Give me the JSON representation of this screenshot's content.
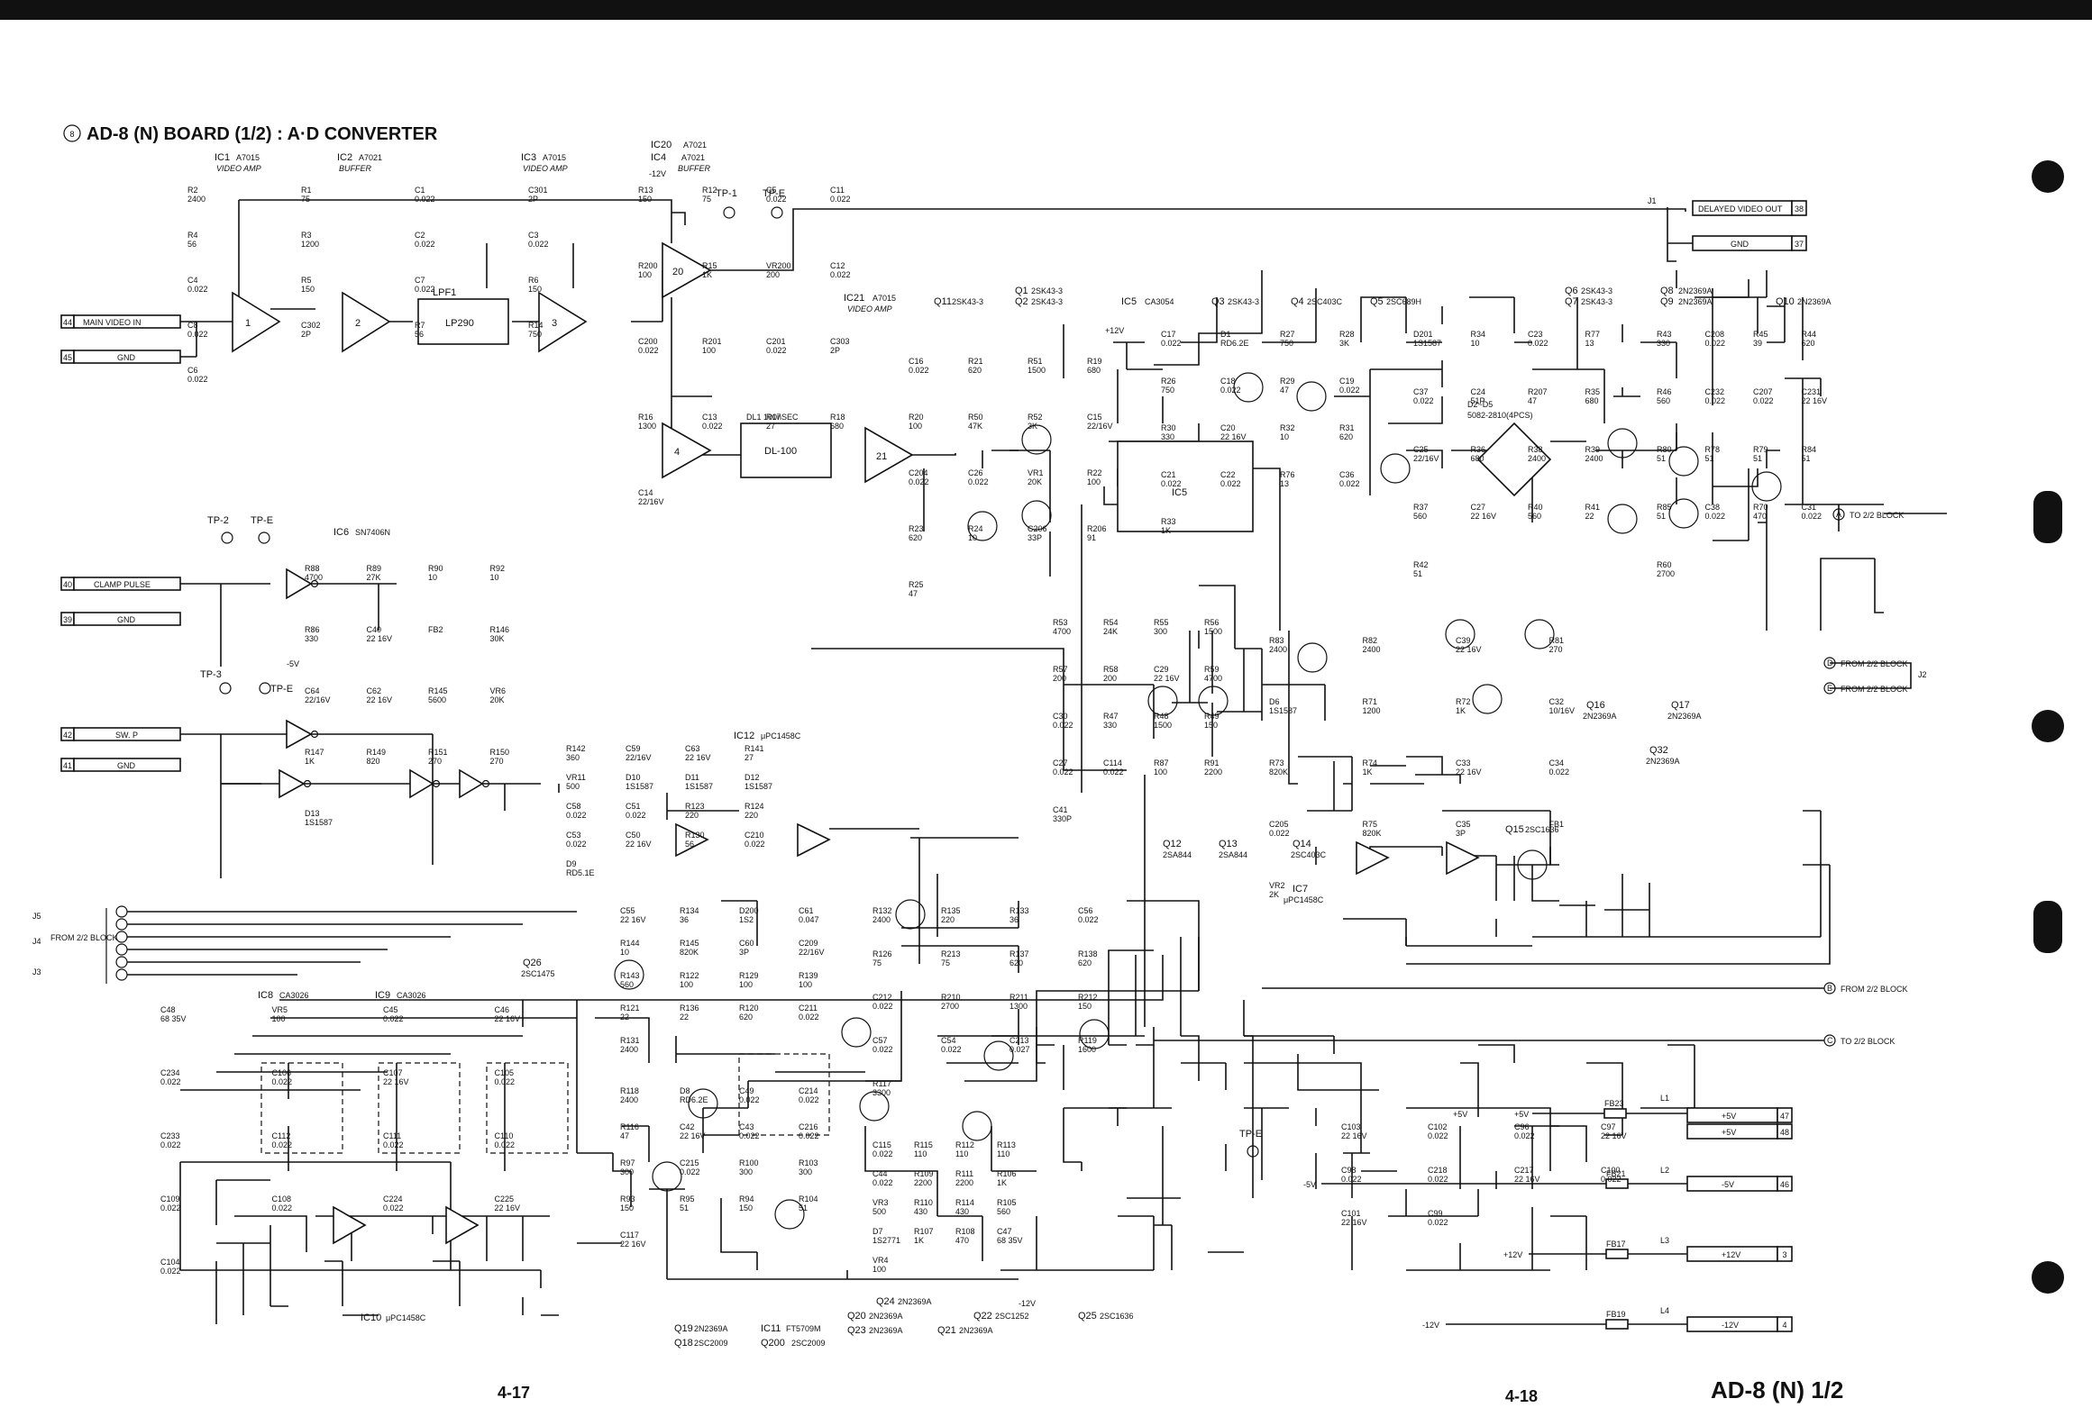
{
  "title": "AD-8 (N) BOARD (1/2) : A·D CONVERTER",
  "title_number": "8",
  "pages": {
    "left": "4-17",
    "right": "4-18"
  },
  "footer_id": "AD-8 (N) 1/2",
  "test_points": [
    "TP-1",
    "TP-E",
    "TP-2",
    "TP-E",
    "TP-3",
    "TP-E",
    "TP-E"
  ],
  "connectors": [
    {
      "pin": "44",
      "label": "MAIN VIDEO IN"
    },
    {
      "pin": "45",
      "label": "GND"
    },
    {
      "pin": "40",
      "label": "CLAMP PULSE"
    },
    {
      "pin": "39",
      "label": "GND"
    },
    {
      "pin": "42",
      "label": "SW. P"
    },
    {
      "pin": "41",
      "label": "GND"
    },
    {
      "pin": "38",
      "label": "DELAYED VIDEO OUT"
    },
    {
      "pin": "37",
      "label": "GND"
    }
  ],
  "ic_headers": [
    {
      "name": "IC1",
      "part": "A7015",
      "role": "VIDEO AMP"
    },
    {
      "name": "IC2",
      "part": "A7021",
      "role": "BUFFER"
    },
    {
      "name": "IC3",
      "part": "A7015",
      "role": "VIDEO AMP"
    },
    {
      "name": "IC20",
      "part": "A7021",
      "role": ""
    },
    {
      "name": "IC4",
      "part": "A7021",
      "role": "BUFFER"
    },
    {
      "name": "IC21",
      "part": "A7015",
      "role": "VIDEO AMP"
    },
    {
      "name": "IC5",
      "part": "CA3054",
      "role": ""
    },
    {
      "name": "IC6",
      "part": "SN7406N",
      "role": ""
    },
    {
      "name": "IC12",
      "part": "μPC1458C",
      "role": ""
    },
    {
      "name": "IC8",
      "part": "CA3026",
      "role": ""
    },
    {
      "name": "IC9",
      "part": "CA3026",
      "role": ""
    },
    {
      "name": "IC10",
      "part": "μPC1458C",
      "role": ""
    },
    {
      "name": "IC11",
      "part": "FT5709M",
      "role": ""
    },
    {
      "name": "IC7",
      "part": "μPC1458C",
      "role": ""
    }
  ],
  "transistors": [
    {
      "name": "Q11",
      "part": "2SK43-3"
    },
    {
      "name": "Q1",
      "part": "2SK43-3"
    },
    {
      "name": "Q2",
      "part": "2SK43-3"
    },
    {
      "name": "Q3",
      "part": "2SK43-3"
    },
    {
      "name": "Q4",
      "part": "2SC403C"
    },
    {
      "name": "Q5",
      "part": "2SC689H"
    },
    {
      "name": "Q6",
      "part": "2SK43-3"
    },
    {
      "name": "Q7",
      "part": "2SK43-3"
    },
    {
      "name": "Q8",
      "part": "2N2369A"
    },
    {
      "name": "Q9",
      "part": "2N2369A"
    },
    {
      "name": "Q10",
      "part": "2N2369A"
    },
    {
      "name": "Q12",
      "part": "2SA844"
    },
    {
      "name": "Q13",
      "part": "2SA844"
    },
    {
      "name": "Q14",
      "part": "2SC403C"
    },
    {
      "name": "Q15",
      "part": "2SC1636"
    },
    {
      "name": "Q16",
      "part": "2N2369A"
    },
    {
      "name": "Q17",
      "part": "2N2369A"
    },
    {
      "name": "Q32",
      "part": "2N2369A"
    },
    {
      "name": "Q26",
      "part": "2SC1475"
    },
    {
      "name": "Q19",
      "part": "2N2369A"
    },
    {
      "name": "Q18",
      "part": "2SC2009"
    },
    {
      "name": "Q24",
      "part": "2N2369A"
    },
    {
      "name": "Q20",
      "part": "2N2369A"
    },
    {
      "name": "Q23",
      "part": "2N2369A"
    },
    {
      "name": "Q22",
      "part": "2SC1252"
    },
    {
      "name": "Q21",
      "part": "2N2369A"
    },
    {
      "name": "Q25",
      "part": "2SC1636"
    },
    {
      "name": "Q200",
      "part": "2SC2009"
    }
  ],
  "blocks": [
    {
      "label": "LPF1",
      "part": "LP290"
    },
    {
      "label": "DL1 100nSEC",
      "part": "DL-100"
    }
  ],
  "diodes_note": "D2~D5",
  "diodes_part": "5082-2810(4PCS)",
  "offpage": [
    {
      "tag": "A",
      "label": "TO 2/2 BLOCK"
    },
    {
      "tag": "D",
      "label": "FROM 2/2 BLOCK"
    },
    {
      "tag": "E",
      "label": "FROM 2/2 BLOCK"
    },
    {
      "tag": "B",
      "label": "FROM 2/2 BLOCK"
    },
    {
      "tag": "C",
      "label": "TO 2/2 BLOCK"
    }
  ],
  "j_labels": [
    "J1",
    "J2",
    "J3",
    "J4",
    "J5"
  ],
  "from_block": "FROM 2/2 BLOCK",
  "ic_inst_numbers": [
    "1",
    "2",
    "3",
    "20",
    "4",
    "21"
  ],
  "wire_labels": [
    "+12V",
    "-12V",
    "-5V",
    "+5V",
    "-12V"
  ],
  "components": [
    {
      "ref": "R2",
      "val": "2400"
    },
    {
      "ref": "R1",
      "val": "75"
    },
    {
      "ref": "C1",
      "val": "0.022"
    },
    {
      "ref": "C301",
      "val": "2P"
    },
    {
      "ref": "R4",
      "val": "56"
    },
    {
      "ref": "R3",
      "val": "1200"
    },
    {
      "ref": "C2",
      "val": "0.022"
    },
    {
      "ref": "C3",
      "val": "0.022"
    },
    {
      "ref": "C4",
      "val": "0.022"
    },
    {
      "ref": "R5",
      "val": "150"
    },
    {
      "ref": "C7",
      "val": "0.022"
    },
    {
      "ref": "R6",
      "val": "150"
    },
    {
      "ref": "C8",
      "val": "0.022"
    },
    {
      "ref": "C302",
      "val": "2P"
    },
    {
      "ref": "R7",
      "val": "56"
    },
    {
      "ref": "R14",
      "val": "750"
    },
    {
      "ref": "C6",
      "val": "0.022"
    },
    {
      "ref": "R13",
      "val": "150"
    },
    {
      "ref": "R12",
      "val": "75"
    },
    {
      "ref": "C5",
      "val": "0.022"
    },
    {
      "ref": "C11",
      "val": "0.022"
    },
    {
      "ref": "R200",
      "val": "100"
    },
    {
      "ref": "R15",
      "val": "1K"
    },
    {
      "ref": "VR200",
      "val": "200"
    },
    {
      "ref": "C12",
      "val": "0.022"
    },
    {
      "ref": "C200",
      "val": "0.022"
    },
    {
      "ref": "R201",
      "val": "100"
    },
    {
      "ref": "C201",
      "val": "0.022"
    },
    {
      "ref": "C303",
      "val": "2P"
    },
    {
      "ref": "R16",
      "val": "1300"
    },
    {
      "ref": "C13",
      "val": "0.022"
    },
    {
      "ref": "R17",
      "val": "27"
    },
    {
      "ref": "R18",
      "val": "680"
    },
    {
      "ref": "C14",
      "val": "22/16V"
    },
    {
      "ref": "C16",
      "val": "0.022"
    },
    {
      "ref": "R21",
      "val": "620"
    },
    {
      "ref": "R51",
      "val": "1500"
    },
    {
      "ref": "R19",
      "val": "680"
    },
    {
      "ref": "R20",
      "val": "100"
    },
    {
      "ref": "R50",
      "val": "47K"
    },
    {
      "ref": "R52",
      "val": "3K"
    },
    {
      "ref": "C15",
      "val": "22/16V"
    },
    {
      "ref": "C204",
      "val": "0.022"
    },
    {
      "ref": "C26",
      "val": "0.022"
    },
    {
      "ref": "VR1",
      "val": "20K"
    },
    {
      "ref": "R22",
      "val": "100"
    },
    {
      "ref": "R23",
      "val": "620"
    },
    {
      "ref": "R24",
      "val": "10"
    },
    {
      "ref": "C206",
      "val": "33P"
    },
    {
      "ref": "R206",
      "val": "91"
    },
    {
      "ref": "R25",
      "val": "47"
    },
    {
      "ref": "C17",
      "val": "0.022"
    },
    {
      "ref": "D1",
      "val": "RD6.2E"
    },
    {
      "ref": "R27",
      "val": "750"
    },
    {
      "ref": "R28",
      "val": "3K"
    },
    {
      "ref": "R26",
      "val": "750"
    },
    {
      "ref": "C18",
      "val": "0.022"
    },
    {
      "ref": "R29",
      "val": "47"
    },
    {
      "ref": "C19",
      "val": "0.022"
    },
    {
      "ref": "R30",
      "val": "330"
    },
    {
      "ref": "C20",
      "val": "22 16V"
    },
    {
      "ref": "R32",
      "val": "10"
    },
    {
      "ref": "R31",
      "val": "620"
    },
    {
      "ref": "C21",
      "val": "0.022"
    },
    {
      "ref": "C22",
      "val": "0.022"
    },
    {
      "ref": "R76",
      "val": "13"
    },
    {
      "ref": "C36",
      "val": "0.022"
    },
    {
      "ref": "R33",
      "val": "1K"
    },
    {
      "ref": "D201",
      "val": "1S1587"
    },
    {
      "ref": "R34",
      "val": "10"
    },
    {
      "ref": "C23",
      "val": "0.022"
    },
    {
      "ref": "R77",
      "val": "13"
    },
    {
      "ref": "C37",
      "val": "0.022"
    },
    {
      "ref": "C24",
      "val": "51P"
    },
    {
      "ref": "R207",
      "val": "47"
    },
    {
      "ref": "R35",
      "val": "680"
    },
    {
      "ref": "C25",
      "val": "22/16V"
    },
    {
      "ref": "R36",
      "val": "680"
    },
    {
      "ref": "R38",
      "val": "2400"
    },
    {
      "ref": "R39",
      "val": "2400"
    },
    {
      "ref": "R37",
      "val": "560"
    },
    {
      "ref": "C27",
      "val": "22 16V"
    },
    {
      "ref": "R40",
      "val": "560"
    },
    {
      "ref": "R41",
      "val": "22"
    },
    {
      "ref": "R42",
      "val": "51"
    },
    {
      "ref": "R43",
      "val": "330"
    },
    {
      "ref": "C208",
      "val": "0.022"
    },
    {
      "ref": "R45",
      "val": "39"
    },
    {
      "ref": "R44",
      "val": "620"
    },
    {
      "ref": "R46",
      "val": "560"
    },
    {
      "ref": "C232",
      "val": "0.022"
    },
    {
      "ref": "C207",
      "val": "0.022"
    },
    {
      "ref": "C231",
      "val": "22 16V"
    },
    {
      "ref": "R80",
      "val": "51"
    },
    {
      "ref": "R78",
      "val": "51"
    },
    {
      "ref": "R79",
      "val": "51"
    },
    {
      "ref": "R84",
      "val": "51"
    },
    {
      "ref": "R85",
      "val": "51"
    },
    {
      "ref": "C38",
      "val": "0.022"
    },
    {
      "ref": "R70",
      "val": "470"
    },
    {
      "ref": "C31",
      "val": "0.022"
    },
    {
      "ref": "R60",
      "val": "2700"
    },
    {
      "ref": "R83",
      "val": "2400"
    },
    {
      "ref": "R82",
      "val": "2400"
    },
    {
      "ref": "C39",
      "val": "22 16V"
    },
    {
      "ref": "R81",
      "val": "270"
    },
    {
      "ref": "D6",
      "val": "1S1587"
    },
    {
      "ref": "R71",
      "val": "1200"
    },
    {
      "ref": "R72",
      "val": "1K"
    },
    {
      "ref": "C32",
      "val": "10/16V"
    },
    {
      "ref": "R73",
      "val": "820K"
    },
    {
      "ref": "R74",
      "val": "1K"
    },
    {
      "ref": "C33",
      "val": "22 16V"
    },
    {
      "ref": "C34",
      "val": "0.022"
    },
    {
      "ref": "C205",
      "val": "0.022"
    },
    {
      "ref": "R75",
      "val": "820K"
    },
    {
      "ref": "C35",
      "val": "3P"
    },
    {
      "ref": "FB1",
      "val": ""
    },
    {
      "ref": "VR2",
      "val": "2K"
    },
    {
      "ref": "R53",
      "val": "4700"
    },
    {
      "ref": "R54",
      "val": "24K"
    },
    {
      "ref": "R55",
      "val": "300"
    },
    {
      "ref": "R56",
      "val": "1500"
    },
    {
      "ref": "R57",
      "val": "200"
    },
    {
      "ref": "R58",
      "val": "200"
    },
    {
      "ref": "C29",
      "val": "22 16V"
    },
    {
      "ref": "R59",
      "val": "4700"
    },
    {
      "ref": "C30",
      "val": "0.022"
    },
    {
      "ref": "R47",
      "val": "330"
    },
    {
      "ref": "R48",
      "val": "1500"
    },
    {
      "ref": "R49",
      "val": "150"
    },
    {
      "ref": "C27",
      "val": "0.022"
    },
    {
      "ref": "C114",
      "val": "0.022"
    },
    {
      "ref": "R87",
      "val": "100"
    },
    {
      "ref": "R91",
      "val": "2200"
    },
    {
      "ref": "C41",
      "val": "330P"
    },
    {
      "ref": "R88",
      "val": "4700"
    },
    {
      "ref": "R89",
      "val": "27K"
    },
    {
      "ref": "R90",
      "val": "10"
    },
    {
      "ref": "R92",
      "val": "10"
    },
    {
      "ref": "R86",
      "val": "330"
    },
    {
      "ref": "C40",
      "val": "22 16V"
    },
    {
      "ref": "FB2",
      "val": ""
    },
    {
      "ref": "R146",
      "val": "30K"
    },
    {
      "ref": "C64",
      "val": "22/16V"
    },
    {
      "ref": "C62",
      "val": "22 16V"
    },
    {
      "ref": "R145",
      "val": "5600"
    },
    {
      "ref": "VR6",
      "val": "20K"
    },
    {
      "ref": "R147",
      "val": "1K"
    },
    {
      "ref": "R149",
      "val": "820"
    },
    {
      "ref": "R151",
      "val": "270"
    },
    {
      "ref": "R150",
      "val": "270"
    },
    {
      "ref": "D13",
      "val": "1S1587"
    },
    {
      "ref": "R142",
      "val": "360"
    },
    {
      "ref": "C59",
      "val": "22/16V"
    },
    {
      "ref": "C63",
      "val": "22 16V"
    },
    {
      "ref": "R141",
      "val": "27"
    },
    {
      "ref": "VR11",
      "val": "500"
    },
    {
      "ref": "D10",
      "val": "1S1587"
    },
    {
      "ref": "D11",
      "val": "1S1587"
    },
    {
      "ref": "D12",
      "val": "1S1587"
    },
    {
      "ref": "C58",
      "val": "0.022"
    },
    {
      "ref": "C51",
      "val": "0.022"
    },
    {
      "ref": "R123",
      "val": "220"
    },
    {
      "ref": "R124",
      "val": "220"
    },
    {
      "ref": "C53",
      "val": "0.022"
    },
    {
      "ref": "C50",
      "val": "22 16V"
    },
    {
      "ref": "R130",
      "val": "56"
    },
    {
      "ref": "C210",
      "val": "0.022"
    },
    {
      "ref": "D9",
      "val": "RD5.1E"
    },
    {
      "ref": "C55",
      "val": "22 16V"
    },
    {
      "ref": "R134",
      "val": "36"
    },
    {
      "ref": "D200",
      "val": "1S2"
    },
    {
      "ref": "C61",
      "val": "0.047"
    },
    {
      "ref": "R144",
      "val": "10"
    },
    {
      "ref": "R145",
      "val": "820K"
    },
    {
      "ref": "C60",
      "val": "3P"
    },
    {
      "ref": "C209",
      "val": "22/16V"
    },
    {
      "ref": "R143",
      "val": "560"
    },
    {
      "ref": "R122",
      "val": "100"
    },
    {
      "ref": "R129",
      "val": "100"
    },
    {
      "ref": "R139",
      "val": "100"
    },
    {
      "ref": "R121",
      "val": "22"
    },
    {
      "ref": "R136",
      "val": "22"
    },
    {
      "ref": "R120",
      "val": "620"
    },
    {
      "ref": "C211",
      "val": "0.022"
    },
    {
      "ref": "R131",
      "val": "2400"
    },
    {
      "ref": "R132",
      "val": "2400"
    },
    {
      "ref": "R135",
      "val": "220"
    },
    {
      "ref": "R133",
      "val": "36"
    },
    {
      "ref": "C56",
      "val": "0.022"
    },
    {
      "ref": "R126",
      "val": "75"
    },
    {
      "ref": "R213",
      "val": "75"
    },
    {
      "ref": "R137",
      "val": "620"
    },
    {
      "ref": "R138",
      "val": "620"
    },
    {
      "ref": "C212",
      "val": "0.022"
    },
    {
      "ref": "R210",
      "val": "2700"
    },
    {
      "ref": "R211",
      "val": "1300"
    },
    {
      "ref": "R212",
      "val": "150"
    },
    {
      "ref": "C57",
      "val": "0.022"
    },
    {
      "ref": "C54",
      "val": "0.022"
    },
    {
      "ref": "C213",
      "val": "0.027"
    },
    {
      "ref": "R119",
      "val": "1600"
    },
    {
      "ref": "R117",
      "val": "3300"
    },
    {
      "ref": "R118",
      "val": "2400"
    },
    {
      "ref": "D8",
      "val": "RD6.2E"
    },
    {
      "ref": "C49",
      "val": "0.022"
    },
    {
      "ref": "C214",
      "val": "0.022"
    },
    {
      "ref": "R116",
      "val": "47"
    },
    {
      "ref": "C42",
      "val": "22 16V"
    },
    {
      "ref": "C43",
      "val": "0.022"
    },
    {
      "ref": "C216",
      "val": "0.022"
    },
    {
      "ref": "R97",
      "val": "300"
    },
    {
      "ref": "C215",
      "val": "0.022"
    },
    {
      "ref": "R100",
      "val": "300"
    },
    {
      "ref": "R103",
      "val": "300"
    },
    {
      "ref": "R93",
      "val": "150"
    },
    {
      "ref": "R95",
      "val": "51"
    },
    {
      "ref": "R94",
      "val": "150"
    },
    {
      "ref": "R104",
      "val": "51"
    },
    {
      "ref": "C117",
      "val": "22 16V"
    },
    {
      "ref": "C115",
      "val": "0.022"
    },
    {
      "ref": "R115",
      "val": "110"
    },
    {
      "ref": "R112",
      "val": "110"
    },
    {
      "ref": "R113",
      "val": "110"
    },
    {
      "ref": "C44",
      "val": "0.022"
    },
    {
      "ref": "R109",
      "val": "2200"
    },
    {
      "ref": "R111",
      "val": "2200"
    },
    {
      "ref": "R106",
      "val": "1K"
    },
    {
      "ref": "VR3",
      "val": "500"
    },
    {
      "ref": "R110",
      "val": "430"
    },
    {
      "ref": "R114",
      "val": "430"
    },
    {
      "ref": "R105",
      "val": "560"
    },
    {
      "ref": "D7",
      "val": "1S2771"
    },
    {
      "ref": "R107",
      "val": "1K"
    },
    {
      "ref": "R108",
      "val": "470"
    },
    {
      "ref": "C47",
      "val": "68 35V"
    },
    {
      "ref": "VR4",
      "val": "100"
    },
    {
      "ref": "C48",
      "val": "68 35V"
    },
    {
      "ref": "VR5",
      "val": "100"
    },
    {
      "ref": "C45",
      "val": "0.022"
    },
    {
      "ref": "C46",
      "val": "22 16V"
    },
    {
      "ref": "C234",
      "val": "0.022"
    },
    {
      "ref": "C106",
      "val": "0.022"
    },
    {
      "ref": "C107",
      "val": "22 16V"
    },
    {
      "ref": "C105",
      "val": "0.022"
    },
    {
      "ref": "C233",
      "val": "0.022"
    },
    {
      "ref": "C112",
      "val": "0.022"
    },
    {
      "ref": "C111",
      "val": "0.022"
    },
    {
      "ref": "C110",
      "val": "0.022"
    },
    {
      "ref": "C109",
      "val": "0.022"
    },
    {
      "ref": "C108",
      "val": "0.022"
    },
    {
      "ref": "C224",
      "val": "0.022"
    },
    {
      "ref": "C225",
      "val": "22 16V"
    },
    {
      "ref": "C104",
      "val": "0.022"
    },
    {
      "ref": "C103",
      "val": "22 16V"
    },
    {
      "ref": "C102",
      "val": "0.022"
    },
    {
      "ref": "C96",
      "val": "0.022"
    },
    {
      "ref": "C97",
      "val": "22 16V"
    },
    {
      "ref": "C98",
      "val": "0.022"
    },
    {
      "ref": "C218",
      "val": "0.022"
    },
    {
      "ref": "C217",
      "val": "22 16V"
    },
    {
      "ref": "C100",
      "val": "0.022"
    },
    {
      "ref": "C101",
      "val": "22 16V"
    },
    {
      "ref": "C99",
      "val": "0.022"
    }
  ],
  "power": [
    {
      "in": "+5V",
      "fb": "FB23",
      "coil": "L1",
      "out": [
        "+5V",
        "+5V"
      ],
      "pins": [
        "47",
        "48"
      ]
    },
    {
      "in": "-5V",
      "fb": "FB21",
      "coil": "L2",
      "out": [
        "-5V"
      ],
      "pins": [
        "46"
      ]
    },
    {
      "in": "+12V",
      "fb": "FB17",
      "coil": "L3",
      "out": [
        "+12V"
      ],
      "pins": [
        "3"
      ]
    },
    {
      "in": "-12V",
      "fb": "FB19",
      "coil": "L4",
      "out": [
        "-12V"
      ],
      "pins": [
        "4"
      ]
    }
  ],
  "colors": {
    "ink": "#111111",
    "paper": "#ffffff"
  }
}
